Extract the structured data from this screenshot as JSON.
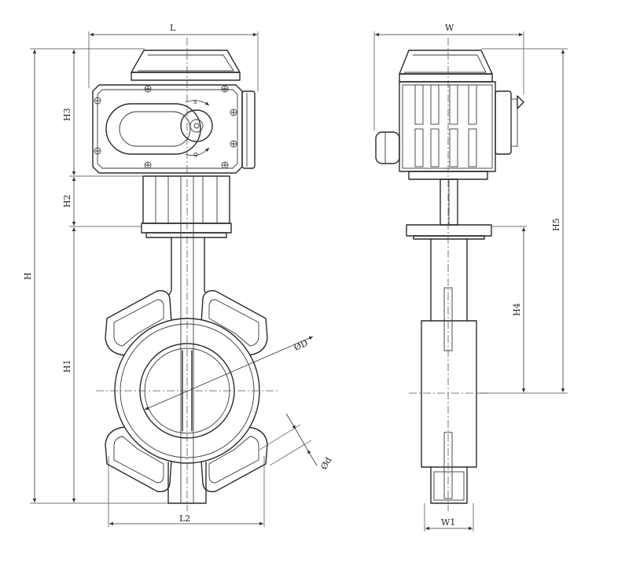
{
  "dimensions": {
    "L": "L",
    "W": "W",
    "H": "H",
    "H1": "H1",
    "H2": "H2",
    "H3": "H3",
    "H4": "H4",
    "H5": "H5",
    "L2": "L2",
    "W1": "W1",
    "D": "ØD",
    "d": "Ød"
  },
  "indicator": {
    "open_mark": "S",
    "close_mark": "Q"
  },
  "colors": {
    "line": "#2a2a2a",
    "background": "#ffffff"
  }
}
